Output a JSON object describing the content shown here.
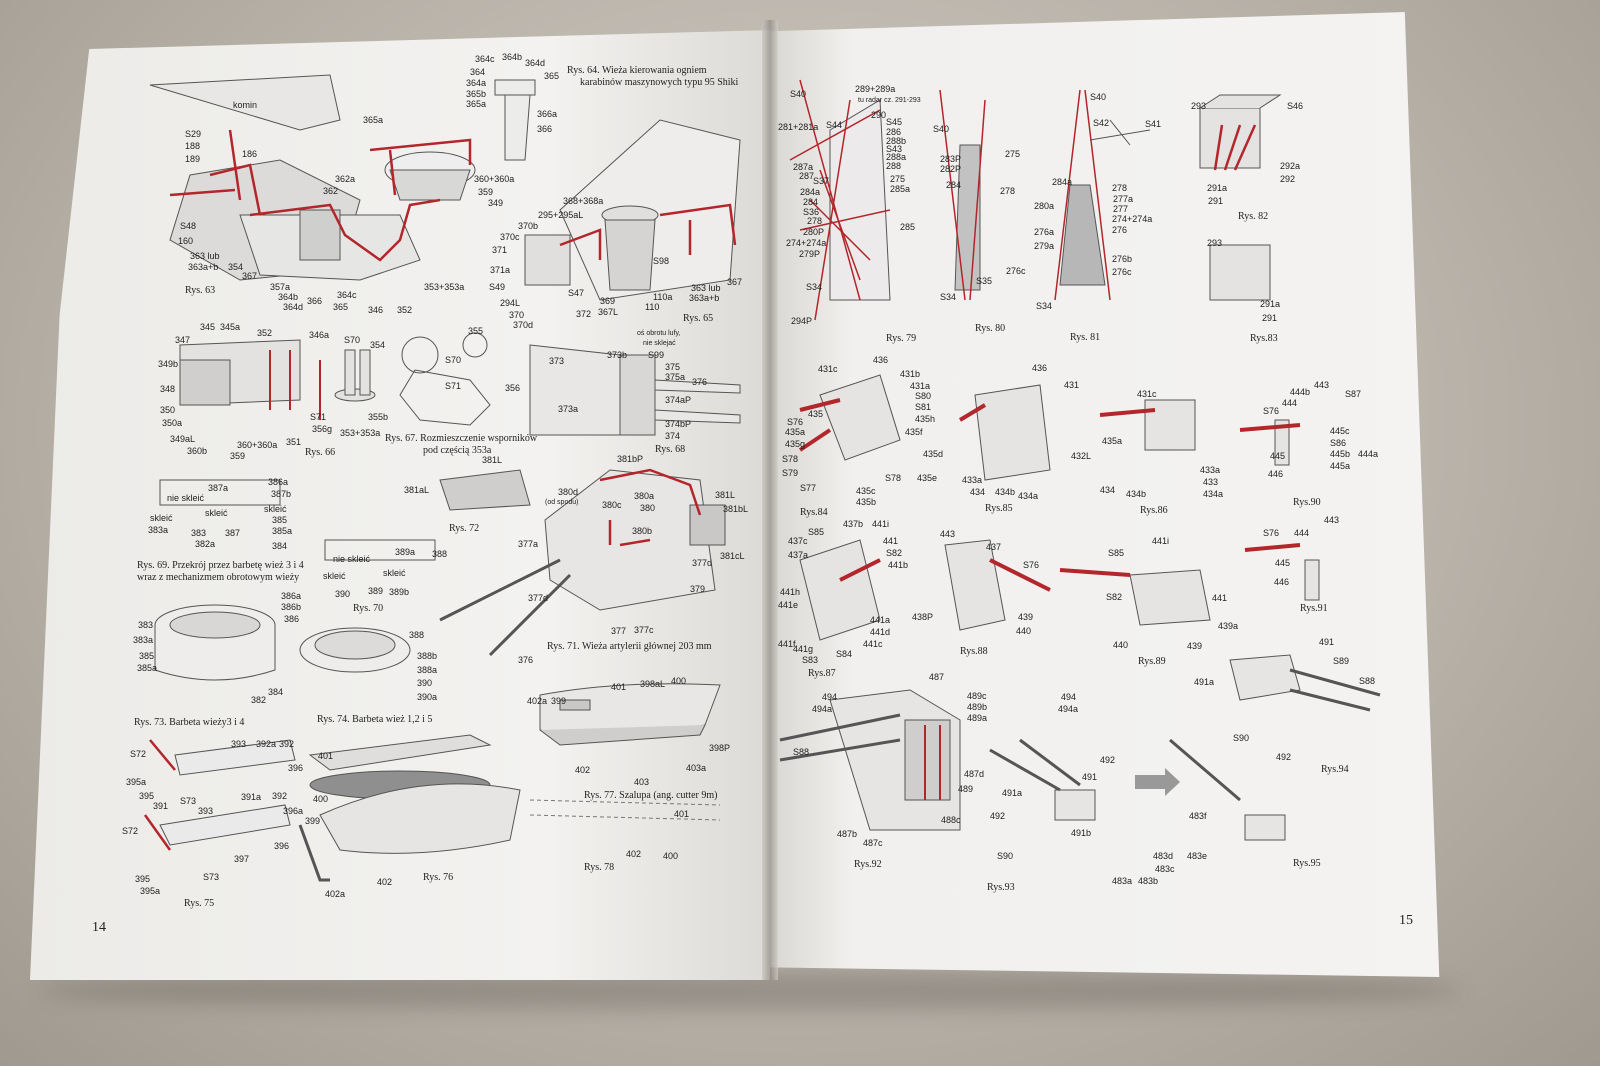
{
  "colors": {
    "accent_red": "#b3262b",
    "line": "#444444",
    "paper": "#f2f1ef"
  },
  "left_page": {
    "page_number": "14",
    "captions": {
      "rys63": "Rys. 63",
      "rys64_line1": "Rys. 64. Wieża kierowania ogniem",
      "rys64_line2": "karabinów maszynowych typu 95 Shiki",
      "rys65": "Rys. 65",
      "rys66": "Rys. 66",
      "rys67_line1": "Rys. 67. Rozmieszczenie wsporników",
      "rys67_line2": "pod częścią 353a",
      "rys68": "Rys. 68",
      "rys69_line1": "Rys. 69. Przekrój przez barbetę wież 3 i 4",
      "rys69_line2": "wraz z mechanizmem obrotowym wieży",
      "rys70": "Rys. 70",
      "rys71": "Rys. 71. Wieża artylerii głównej 203 mm",
      "rys72": "Rys. 72",
      "rys73": "Rys. 73. Barbeta wieży3 i 4",
      "rys74": "Rys. 74. Barbeta wież 1,2 i 5",
      "rys75": "Rys. 75",
      "rys76": "Rys. 76",
      "rys77": "Rys. 77. Szalupa (ang. cutter 9m)",
      "rys78": "Rys. 78"
    },
    "labels": {
      "komin": "komin",
      "s29": "S29",
      "p188": "188",
      "p189": "189",
      "p186": "186",
      "p365a": "365a",
      "p362a": "362a",
      "p362": "362",
      "s48": "S48",
      "p160": "160",
      "p363lub": "363 lub",
      "p363ab": "363a+b",
      "p354": "354",
      "p367": "367",
      "p357a": "357a",
      "p364b": "364b",
      "p364d": "364d",
      "p366": "366",
      "p365": "365",
      "p364c_a": "364c",
      "p346": "346",
      "p352": "352",
      "p353": "353+353a",
      "p360": "360+360a",
      "p359": "359",
      "p349": "349",
      "t364c": "364c",
      "t364b": "364b",
      "t364d": "364d",
      "t364": "364",
      "t364a": "364a",
      "t365b": "365b",
      "t365a": "365a",
      "t365": "365",
      "t366a": "366a",
      "t366": "366",
      "p368": "368+368a",
      "p295": "295+295aL",
      "p370b": "370b",
      "p370c": "370c",
      "p371": "371",
      "p371a": "371a",
      "s49": "S49",
      "p294l": "294L",
      "p370": "370",
      "p370d": "370d",
      "s47": "S47",
      "p372": "372",
      "p369": "369",
      "p367l": "367L",
      "s98": "S98",
      "p110a": "110a",
      "p110": "110",
      "p363lub2": "363 lub",
      "p363ab2": "363a+b",
      "p367b": "367",
      "p347": "347",
      "p345": "345",
      "p345a": "345a",
      "p352b": "352",
      "p346a": "346a",
      "s70": "S70",
      "p354b": "354",
      "p349b": "349b",
      "p348": "348",
      "p350": "350",
      "p350a": "350a",
      "p349al": "349aL",
      "p360b": "360b",
      "p359b": "359",
      "p360c": "360+360a",
      "p351": "351",
      "s71": "S71",
      "p356g": "356g",
      "p353b": "353+353a",
      "p355b": "355b",
      "p355": "355",
      "s70b": "S70",
      "s71b": "S71",
      "p356": "356",
      "p373": "373",
      "p373b": "373b",
      "p373a": "373a",
      "s99": "S99",
      "p375": "375",
      "p375a": "375a",
      "p376": "376",
      "p374p": "374aP",
      "p374bp": "374bP",
      "p374": "374",
      "note_obrotu": "oś obrotu lufy,",
      "note_nieskl": "nie sklejać",
      "p381l": "381L",
      "p381al": "381aL",
      "nieskleic1": "nie skleić",
      "p387a": "387a",
      "p386a": "386a",
      "p387b": "387b",
      "skleic1": "skleić",
      "skleic2": "skleić",
      "skleic3": "skleić",
      "p383a": "383a",
      "p385": "385",
      "p385a": "385a",
      "p383": "383",
      "p387": "387",
      "p382a": "382a",
      "p384": "384",
      "nieskleic2": "nie skleić",
      "p389a": "389a",
      "p388": "388",
      "skleic4": "skleić",
      "skleic5": "skleić",
      "p390": "390",
      "p389": "389",
      "p389b": "389b",
      "p381bp": "381bP",
      "p380d": "380d",
      "od_spodu": "(od spodu)",
      "p380c": "380c",
      "p380a": "380a",
      "p380": "380",
      "p380b": "380b",
      "p381l2": "381L",
      "p381bl": "381bL",
      "p381cl": "381cL",
      "p377a": "377a",
      "p377d": "377d",
      "p379": "379",
      "p377dd": "377d",
      "p377": "377",
      "p377c": "377c",
      "p376b": "376",
      "p383b": "383",
      "p383ab": "383a",
      "p385b": "385",
      "p385ab": "385a",
      "p386ab": "386a",
      "p386b": "386b",
      "p386": "386",
      "p382": "382",
      "p384b": "384",
      "p388b": "388",
      "p388bb": "388b",
      "p388a": "388a",
      "p390b": "390",
      "p390a": "390a",
      "s72": "S72",
      "p393": "393",
      "p392a": "392a",
      "p392": "392",
      "p395a": "395a",
      "p396": "396",
      "p395": "395",
      "p391": "391",
      "s73": "S73",
      "p393b": "393",
      "p391a": "391a",
      "p392b": "392",
      "p396a": "396a",
      "s72b": "S72",
      "p396b": "396",
      "p397": "397",
      "p395b": "395",
      "p395ab": "395a",
      "s73b": "S73",
      "p401": "401",
      "p400": "400",
      "p399": "399",
      "p402": "402",
      "p402a": "402a",
      "p401b": "401",
      "p398al": "398aL",
      "p400b": "400",
      "p402ab": "402a",
      "p399b": "399",
      "p398p": "398P",
      "p402b": "402",
      "p403": "403",
      "p403a": "403a",
      "p401c": "401",
      "p402c": "402",
      "p400c": "400"
    }
  },
  "right_page": {
    "page_number": "15",
    "captions": {
      "rys79": "Rys. 79",
      "rys80": "Rys. 80",
      "rys81": "Rys. 81",
      "rys82": "Rys. 82",
      "rys83": "Rys.83",
      "rys84": "Rys.84",
      "rys85": "Rys.85",
      "rys86": "Rys.86",
      "rys90": "Rys.90",
      "rys87": "Rys.87",
      "rys88": "Rys.88",
      "rys89": "Rys.89",
      "rys91": "Rys.91",
      "rys92": "Rys.92",
      "rys93": "Rys.93",
      "rys94": "Rys.94",
      "rys95": "Rys.95"
    },
    "labels": {
      "s40": "S40",
      "p289": "289+289a",
      "tu_radar": "tu radar cz. 291-293",
      "p281": "281+281a",
      "s44": "S44",
      "p290": "290",
      "s45": "S45",
      "p286": "286",
      "p288b": "288b",
      "s43": "S43",
      "p288a": "288a",
      "p288": "288",
      "p287a": "287a",
      "p287": "287",
      "s37": "S37",
      "p275": "275",
      "p285a": "285a",
      "p284a": "284a",
      "p284": "284",
      "s36": "S36",
      "p278": "278",
      "p280p": "280P",
      "p274": "274+274a",
      "p279p": "279P",
      "p285": "285",
      "s34": "S34",
      "p294p": "294P",
      "s40b": "S40",
      "p283p": "283P",
      "p282p": "282P",
      "p275b": "275",
      "p284b": "284",
      "p278b": "278",
      "s35": "S35",
      "p276c": "276c",
      "s34b": "S34",
      "s40c": "S40",
      "s42": "S42",
      "s41": "S41",
      "p284ab": "284a",
      "p278c": "278",
      "p280a": "280a",
      "p277a": "277a",
      "p277": "277",
      "p274b": "274+274a",
      "p276a": "276a",
      "p276": "276",
      "p279a": "279a",
      "p276b": "276b",
      "p276cb": "276c",
      "s34c": "S34",
      "p293": "293",
      "s46": "S46",
      "p292a": "292a",
      "p291a": "291a",
      "p292": "292",
      "p291": "291",
      "p293b": "293",
      "p291ab": "291a",
      "p291b": "291",
      "p431c": "431c",
      "p436": "436",
      "p431b": "431b",
      "p431a": "431a",
      "s80": "S80",
      "s81": "S81",
      "p435h": "435h",
      "s76": "S76",
      "p435": "435",
      "p435a": "435a",
      "p435g": "435g",
      "p435f": "435f",
      "p435d": "435d",
      "s78": "S78",
      "s79": "S79",
      "s78b": "S78",
      "p435e": "435e",
      "s77": "S77",
      "p435c": "435c",
      "p435b": "435b",
      "p436b": "436",
      "p431": "431",
      "p432l": "432L",
      "p433a": "433a",
      "p434": "434",
      "p434b": "434b",
      "p434a": "434a",
      "p431cb": "431c",
      "p435ab": "435a",
      "p433ab": "433a",
      "p433": "433",
      "p434c": "434",
      "p434bb": "434b",
      "p434ab": "434a",
      "p443": "443",
      "p444b": "444b",
      "s87": "S87",
      "p444": "444",
      "s76b": "S76",
      "p445c": "445c",
      "s86": "S86",
      "p445b": "445b",
      "p444a": "444a",
      "p445": "445",
      "p445a": "445a",
      "p446": "446",
      "p437b": "437b",
      "p441i": "441i",
      "s85": "S85",
      "p437c": "437c",
      "p441": "441",
      "p437a": "437a",
      "s82": "S82",
      "p441b": "441b",
      "p441h": "441h",
      "p441e": "441e",
      "p441a": "441a",
      "p441d": "441d",
      "p441f": "441f",
      "p441g": "441g",
      "s84": "S84",
      "p441c": "441c",
      "s83": "S83",
      "p443b": "443",
      "p437": "437",
      "s76c": "S76",
      "p438p": "438P",
      "p439": "439",
      "p440": "440",
      "s85b": "S85",
      "p441ib": "441i",
      "s82b": "S82",
      "p441c2": "441",
      "p440b": "440",
      "p439b": "439",
      "p439a": "439a",
      "s76d": "S76",
      "p444c": "444",
      "p443c": "443",
      "p445d": "445",
      "p446b": "446",
      "p487": "487",
      "p489c": "489c",
      "p489b": "489b",
      "p494": "494",
      "p494a": "494a",
      "p489a": "489a",
      "s88": "S88",
      "p487d": "487d",
      "p489": "489",
      "p488c": "488c",
      "p487b": "487b",
      "p487c": "487c",
      "p494b": "494",
      "p494ab": "494a",
      "p492": "492",
      "p491": "491",
      "p491a": "491a",
      "p492b": "492",
      "p491b": "491b",
      "s90": "S90",
      "p483f": "483f",
      "p483d": "483d",
      "p483c": "483c",
      "p483e": "483e",
      "p483a": "483a",
      "p483b": "483b",
      "p491c": "491",
      "s89": "S89",
      "p491ab": "491a",
      "s88b": "S88",
      "s90b": "S90",
      "p492c": "492"
    }
  }
}
